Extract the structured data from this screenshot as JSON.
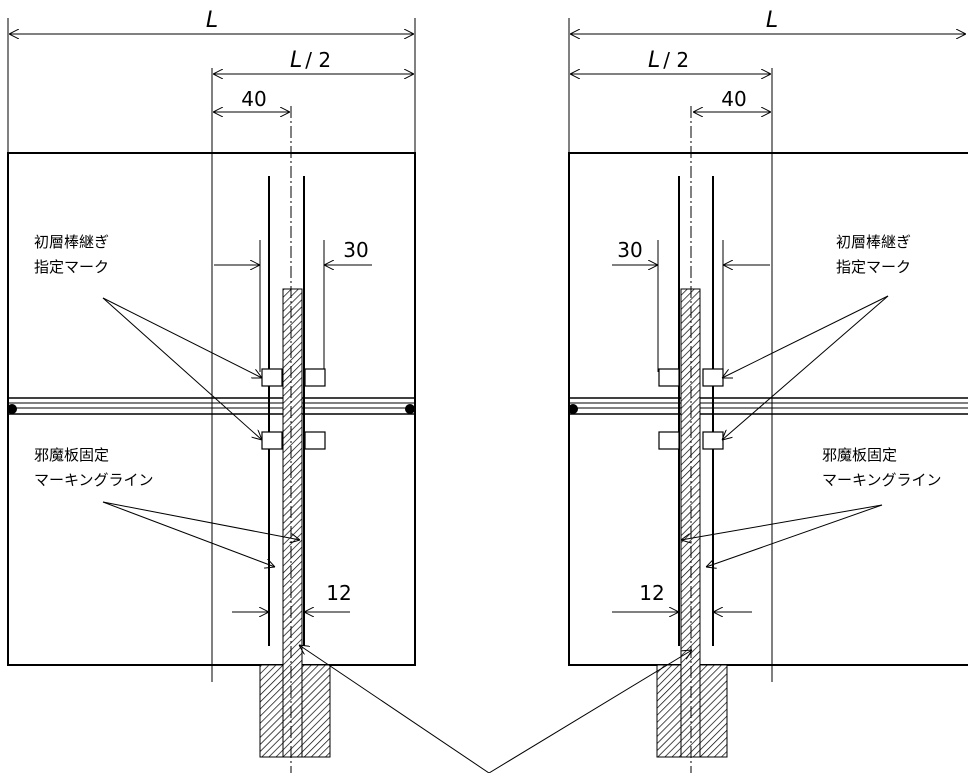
{
  "left": {
    "dim_L": "L",
    "dim_L_half_italic": "L",
    "dim_L_half_suffix": "/ 2",
    "dim_40": "40",
    "dim_30": "30",
    "dim_12": "12",
    "label_mark_1": "初層棒継ぎ",
    "label_mark_2": "指定マーク",
    "label_line_1": "邪魔板固定",
    "label_line_2": "マーキングライン"
  },
  "right": {
    "dim_L": "L",
    "dim_L_half_italic": "L",
    "dim_L_half_suffix": "/ 2",
    "dim_40": "40",
    "dim_30": "30",
    "dim_12": "12",
    "label_mark_1": "初層棒継ぎ",
    "label_mark_2": "指定マーク",
    "label_line_1": "邪魔板固定",
    "label_line_2": "マーキングライン"
  }
}
